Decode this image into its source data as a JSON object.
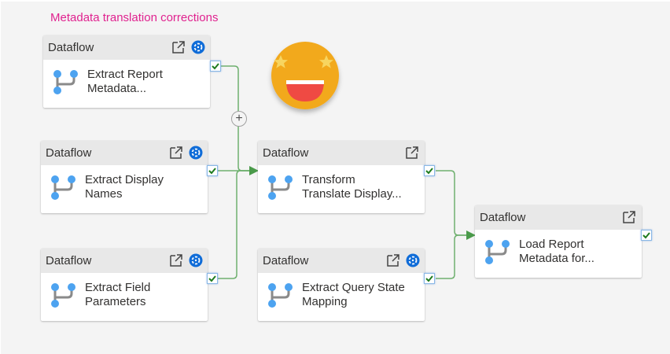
{
  "pipeline": {
    "title": "Metadata translation corrections"
  },
  "colors": {
    "title": "#e0228f",
    "connector": "#66a866",
    "connector_arrow": "#4a9a4a",
    "success_check": "#1e7b1e",
    "run_icon": "#0f6cd8",
    "dataflow_icon_dot": "#4da3f0",
    "dataflow_icon_line": "#8a8a8a"
  },
  "activities": [
    {
      "type": "Dataflow",
      "name": "Extract Report Metadata...",
      "name_line1": "Extract Report",
      "name_line2": "Metadata...",
      "has_run_icon": true
    },
    {
      "type": "Dataflow",
      "name": "Extract Display Names",
      "name_line1": "Extract Display",
      "name_line2": "Names",
      "has_run_icon": true
    },
    {
      "type": "Dataflow",
      "name": "Extract Field Parameters",
      "name_line1": "Extract Field",
      "name_line2": "Parameters",
      "has_run_icon": true
    },
    {
      "type": "Dataflow",
      "name": "Transform Translate Display...",
      "name_line1": "Transform",
      "name_line2": "Translate Display...",
      "has_run_icon": false
    },
    {
      "type": "Dataflow",
      "name": "Extract Query State Mapping",
      "name_line1": "Extract Query State",
      "name_line2": "Mapping",
      "has_run_icon": true
    },
    {
      "type": "Dataflow",
      "name": "Load Report Metadata for...",
      "name_line1": "Load Report",
      "name_line2": "Metadata for...",
      "has_run_icon": false
    }
  ],
  "icons": {
    "open": "open-in-new-icon",
    "run": "activity-run-icon",
    "dataflow": "dataflow-icon",
    "success": "success-check-icon",
    "add": "plus-icon",
    "emoji": "star-eyes-emoji"
  },
  "add_label": "+"
}
